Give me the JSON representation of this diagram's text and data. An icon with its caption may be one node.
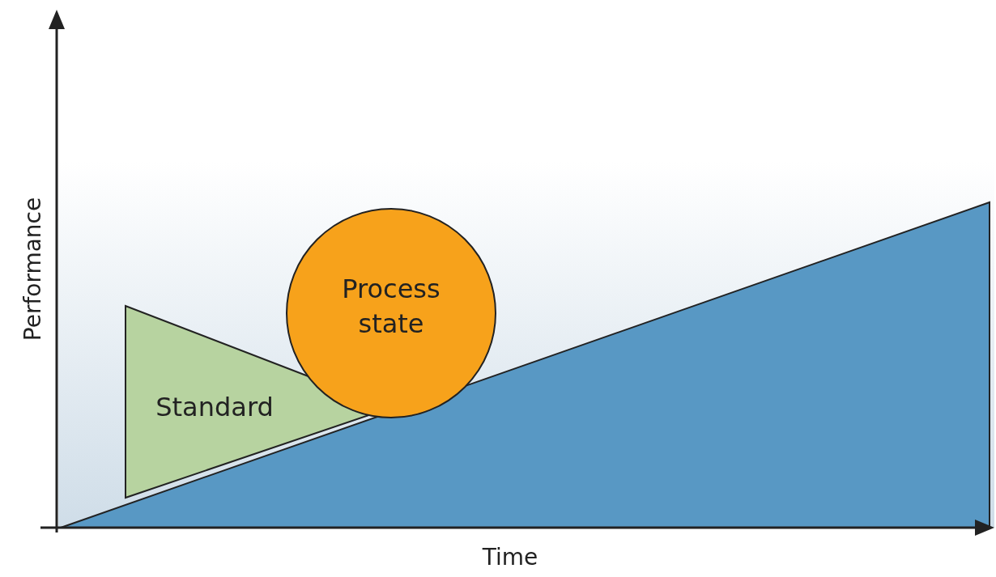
{
  "diagram": {
    "nodes": [
      {
        "text": [
          "Process state"
        ]
      },
      {
        "text": [
          "Standard"
        ]
      }
    ],
    "labels": [
      "Performance",
      "Time"
    ]
  }
}
